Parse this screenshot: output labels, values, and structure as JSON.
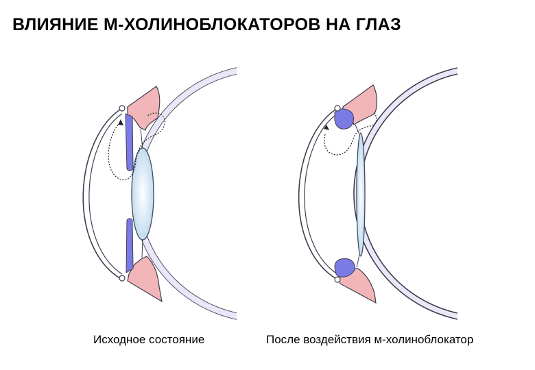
{
  "title": "ВЛИЯНИЕ  М-ХОЛИНОБЛОКАТОРОВ  НА  ГЛАЗ",
  "captions": {
    "left": "Исходное состояние",
    "right": "После воздействия  м-холиноблокатор"
  },
  "colors": {
    "sclera_fill": "#e6e6f7",
    "sclera_stroke": "#3d3d4d",
    "ciliary_muscle": "#f2b6b8",
    "iris": "#7b7be6",
    "lens_fill": "#d6eaf7",
    "lens_stroke": "#3a4a5a"
  }
}
